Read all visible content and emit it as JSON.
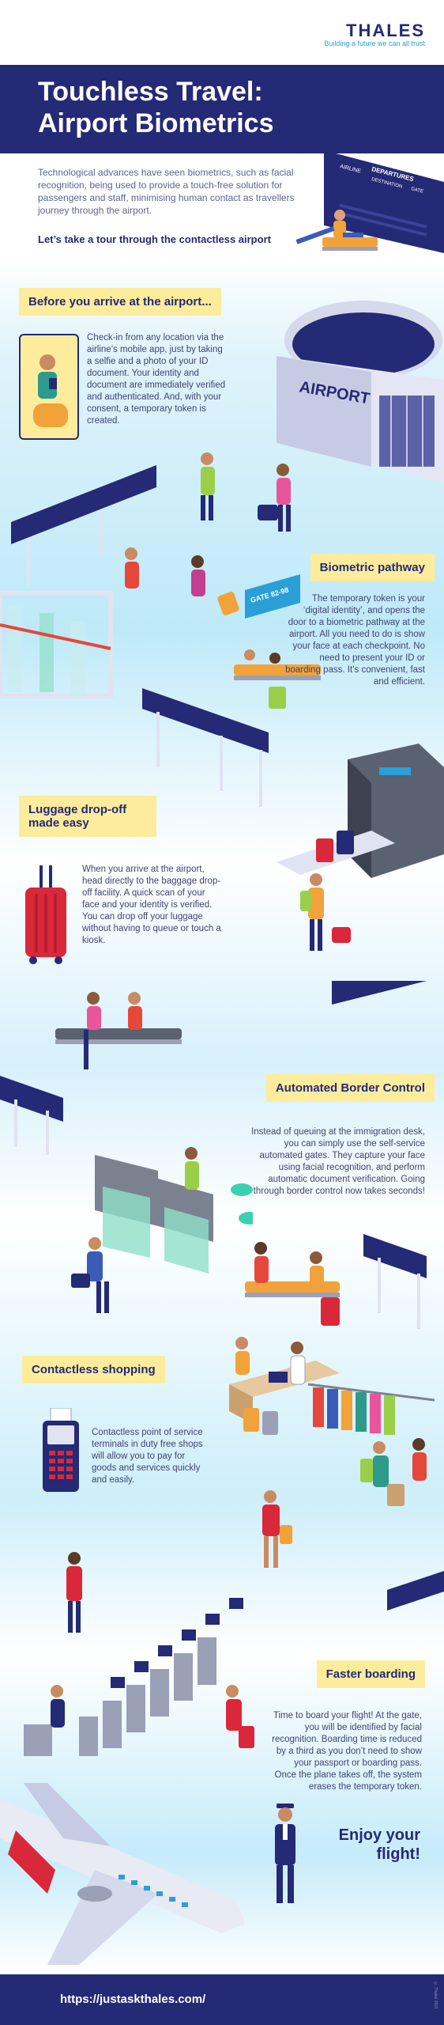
{
  "header": {
    "brand": "THALES",
    "tagline": "Building a future we can all trust"
  },
  "hero": {
    "title": "Touchless Travel: Airport Biometrics",
    "intro": "Technological advances have seen biometrics, such as facial recognition, being used to provide a touch-free solution for passengers and staff, minimising human contact as travellers journey through the airport.",
    "tour": "Let’s take a tour through the contactless airport"
  },
  "board": {
    "line1": "DEPARTURES",
    "line2": "DESTINATION",
    "line3": "GATE",
    "line4": "AIRLINE"
  },
  "airport_sign": "AIRPORT",
  "gate_sign": "GATE 82-98",
  "sections": {
    "arrive": {
      "title": "Before you arrive at the airport...",
      "text": "Check-in from any location via the airline’s mobile app, just by taking a selfie and a photo of your ID document. Your identity and document are immediately verified and authenticated. And, with your consent, a temporary token is created."
    },
    "pathway": {
      "title": "Biometric pathway",
      "text": "The temporary token is your ‘digital identity’, and opens the door to a biometric pathway at the airport. All you need to do is show your face at each checkpoint. No need to present your ID or boarding pass. It’s convenient, fast and efficient."
    },
    "luggage": {
      "title": "Luggage drop-off made easy",
      "text": "When you arrive at the airport, head directly to the baggage drop-off facility. A quick scan of your face and your identity is verified. You can drop off your luggage without having to queue or touch a kiosk."
    },
    "border": {
      "title": "Automated Border Control",
      "text": "Instead of queuing at the immigration desk, you can simply use the self-service automated gates. They capture your face using facial recognition, and perform automatic document verification. Going through border control now takes seconds!"
    },
    "shopping": {
      "title": "Contactless shopping",
      "text": "Contactless point of service terminals in duty free shops will allow you to pay for goods and services quickly and easily."
    },
    "boarding": {
      "title": "Faster boarding",
      "text": "Time to board your flight! At the gate, you will be identified by facial recognition. Boarding time is reduced by a third as you don’t need to show your passport or boarding pass. Once the plane takes off, the system erases the temporary token."
    }
  },
  "closing": "Enjoy your flight!",
  "footer": {
    "url": "https://justaskthales.com/",
    "fineprint": "© Thales 2021"
  },
  "colors": {
    "navy": "#242a75",
    "yellow_banner": "#fcec9c",
    "sky": "#bfe9f8",
    "accent_blue": "#2a9fd8",
    "luggage_red": "#d9283a",
    "seat_orange": "#f2a23a"
  }
}
